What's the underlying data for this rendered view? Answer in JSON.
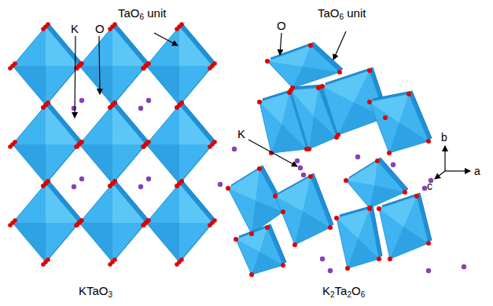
{
  "diagram": {
    "labels": [
      "K",
      "O",
      "TaO6 unit",
      "KTaO3",
      "O",
      "TaO6 unit",
      "K",
      "K2Ta2O6",
      "b",
      "a",
      "c"
    ]
  }
}
